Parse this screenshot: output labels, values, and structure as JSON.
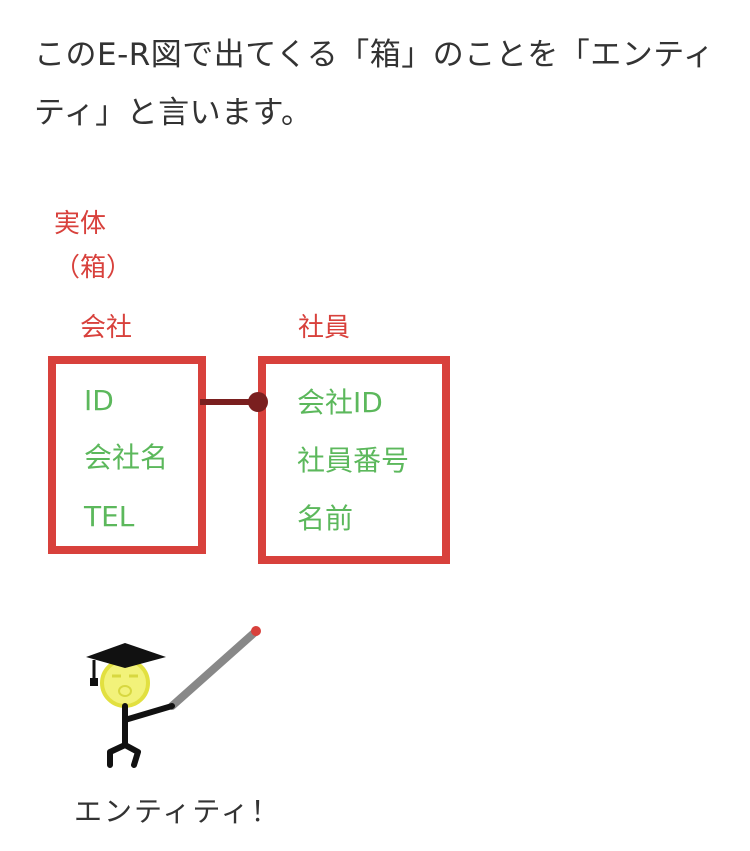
{
  "intro": {
    "text": "このE-R図で出てくる「箱」のことを「エンティティ」と言います。"
  },
  "diagram": {
    "entity_label_line1": "実体",
    "entity_label_line2": "（箱）",
    "entities": [
      {
        "title": "会社",
        "attributes": [
          "ID",
          "会社名",
          "TEL"
        ]
      },
      {
        "title": "社員",
        "attributes": [
          "会社ID",
          "社員番号",
          "名前"
        ]
      }
    ],
    "colors": {
      "box_border": "#d8413c",
      "attribute_text": "#5cb85c",
      "relation_line": "#7a1f1f"
    }
  },
  "illustration": {
    "figure": "professor-stick-figure-with-pointer",
    "caption": "エンティティ！"
  }
}
